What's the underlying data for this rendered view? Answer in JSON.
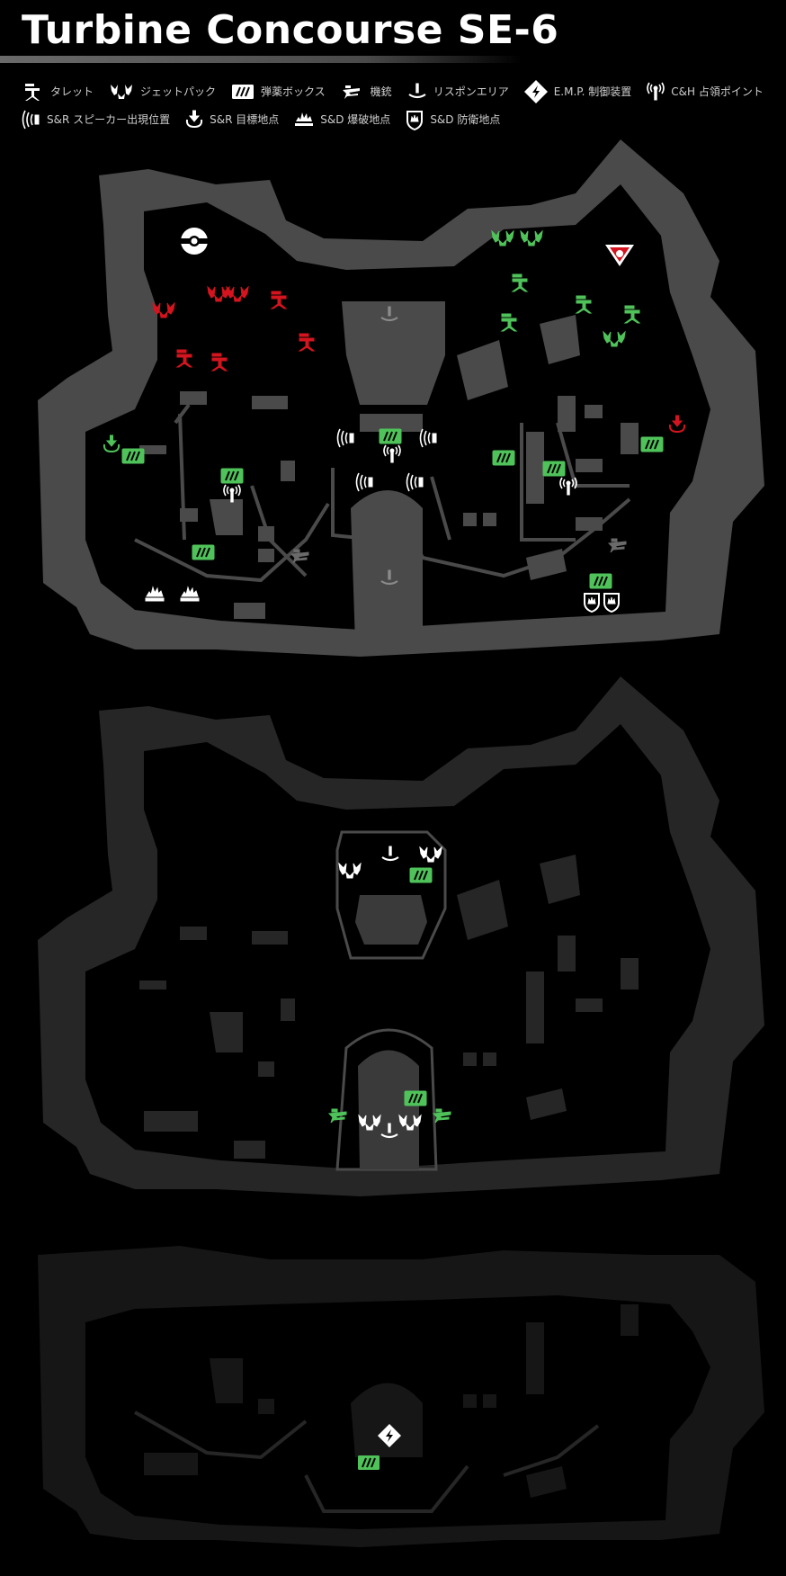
{
  "title": "Turbine Concourse SE-6",
  "colors": {
    "background": "#000000",
    "floor_top": "#4a4a4a",
    "floor_mid": "#262626",
    "floor_low": "#161616",
    "red_team": "#d4141e",
    "green_team": "#4fc35a",
    "neutral": "#ffffff"
  },
  "legend": [
    {
      "icon": "turret-icon",
      "label": "タレット"
    },
    {
      "icon": "jetpack-icon",
      "label": "ジェットパック"
    },
    {
      "icon": "ammo-box-icon",
      "label": "弾薬ボックス"
    },
    {
      "icon": "machine-gun-icon",
      "label": "機銃"
    },
    {
      "icon": "respawn-area-icon",
      "label": "リスポンエリア"
    },
    {
      "icon": "emp-control-icon",
      "label": "E.M.P. 制御装置"
    },
    {
      "icon": "capture-point-icon",
      "label": "C&H 占領ポイント"
    },
    {
      "icon": "speaker-icon",
      "label": "S&R スピーカー出現位置"
    },
    {
      "icon": "target-point-icon",
      "label": "S&R 目標地点"
    },
    {
      "icon": "blast-point-icon",
      "label": "S&D 爆破地点"
    },
    {
      "icon": "defense-point-icon",
      "label": "S&D 防衛地点"
    }
  ]
}
